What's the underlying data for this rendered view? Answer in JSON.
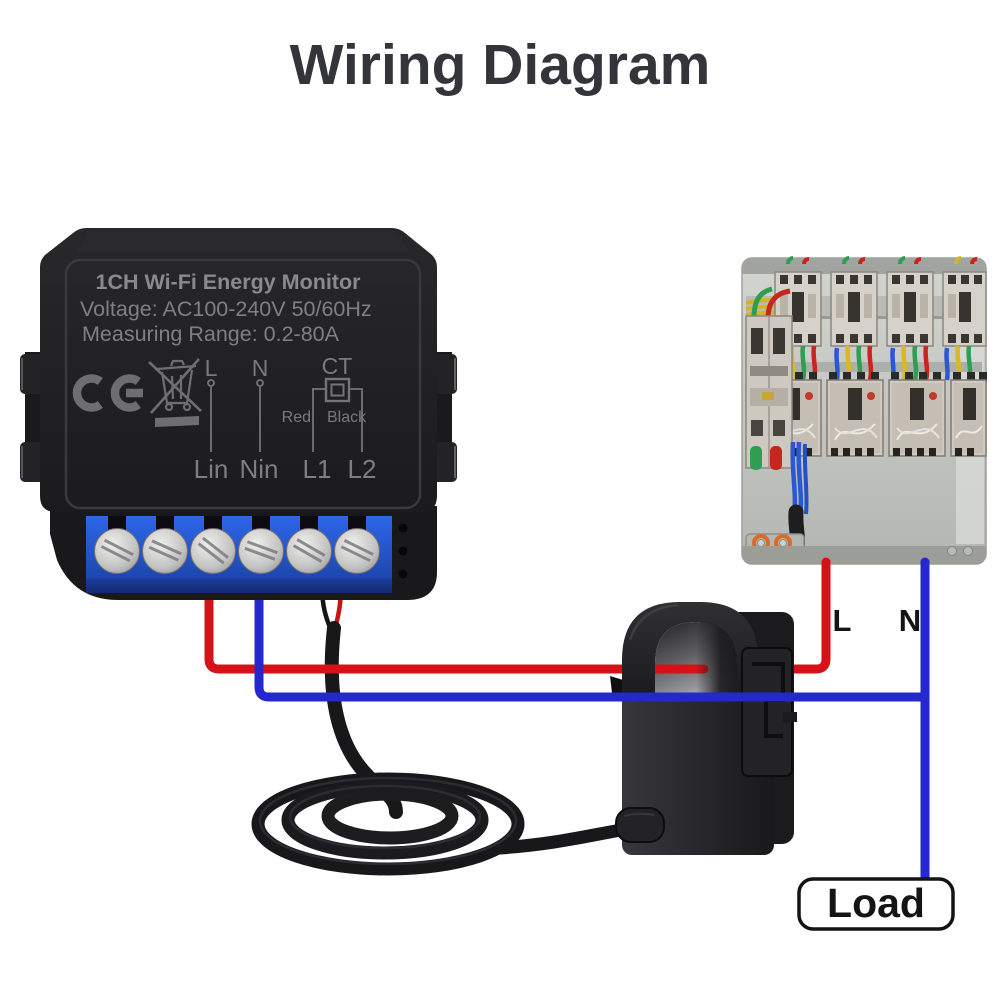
{
  "title": "Wiring Diagram",
  "device": {
    "name": "1CH Wi-Fi Energy Monitor",
    "voltage": "Voltage: AC100-240V 50/60Hz",
    "range": "Measuring Range: 0.2-80A",
    "schematic": {
      "l": "L",
      "n": "N",
      "ct": "CT",
      "red": "Red",
      "black": "Black",
      "lin": "Lin",
      "nin": "Nin",
      "l1": "L1",
      "l2": "L2"
    }
  },
  "wiring": {
    "live_label": "L",
    "neutral_label": "N",
    "load_label": "Load"
  },
  "colors": {
    "live_wire": "#d31318",
    "neutral_wire": "#2527cf",
    "ct_cable": "#18181a",
    "terminal_block": "#2558d8",
    "device_body": "#1d1d1f",
    "title_text": "#34353b"
  },
  "icons": [
    "ce-mark",
    "weee-bin-icon",
    "ct-square-symbol"
  ]
}
